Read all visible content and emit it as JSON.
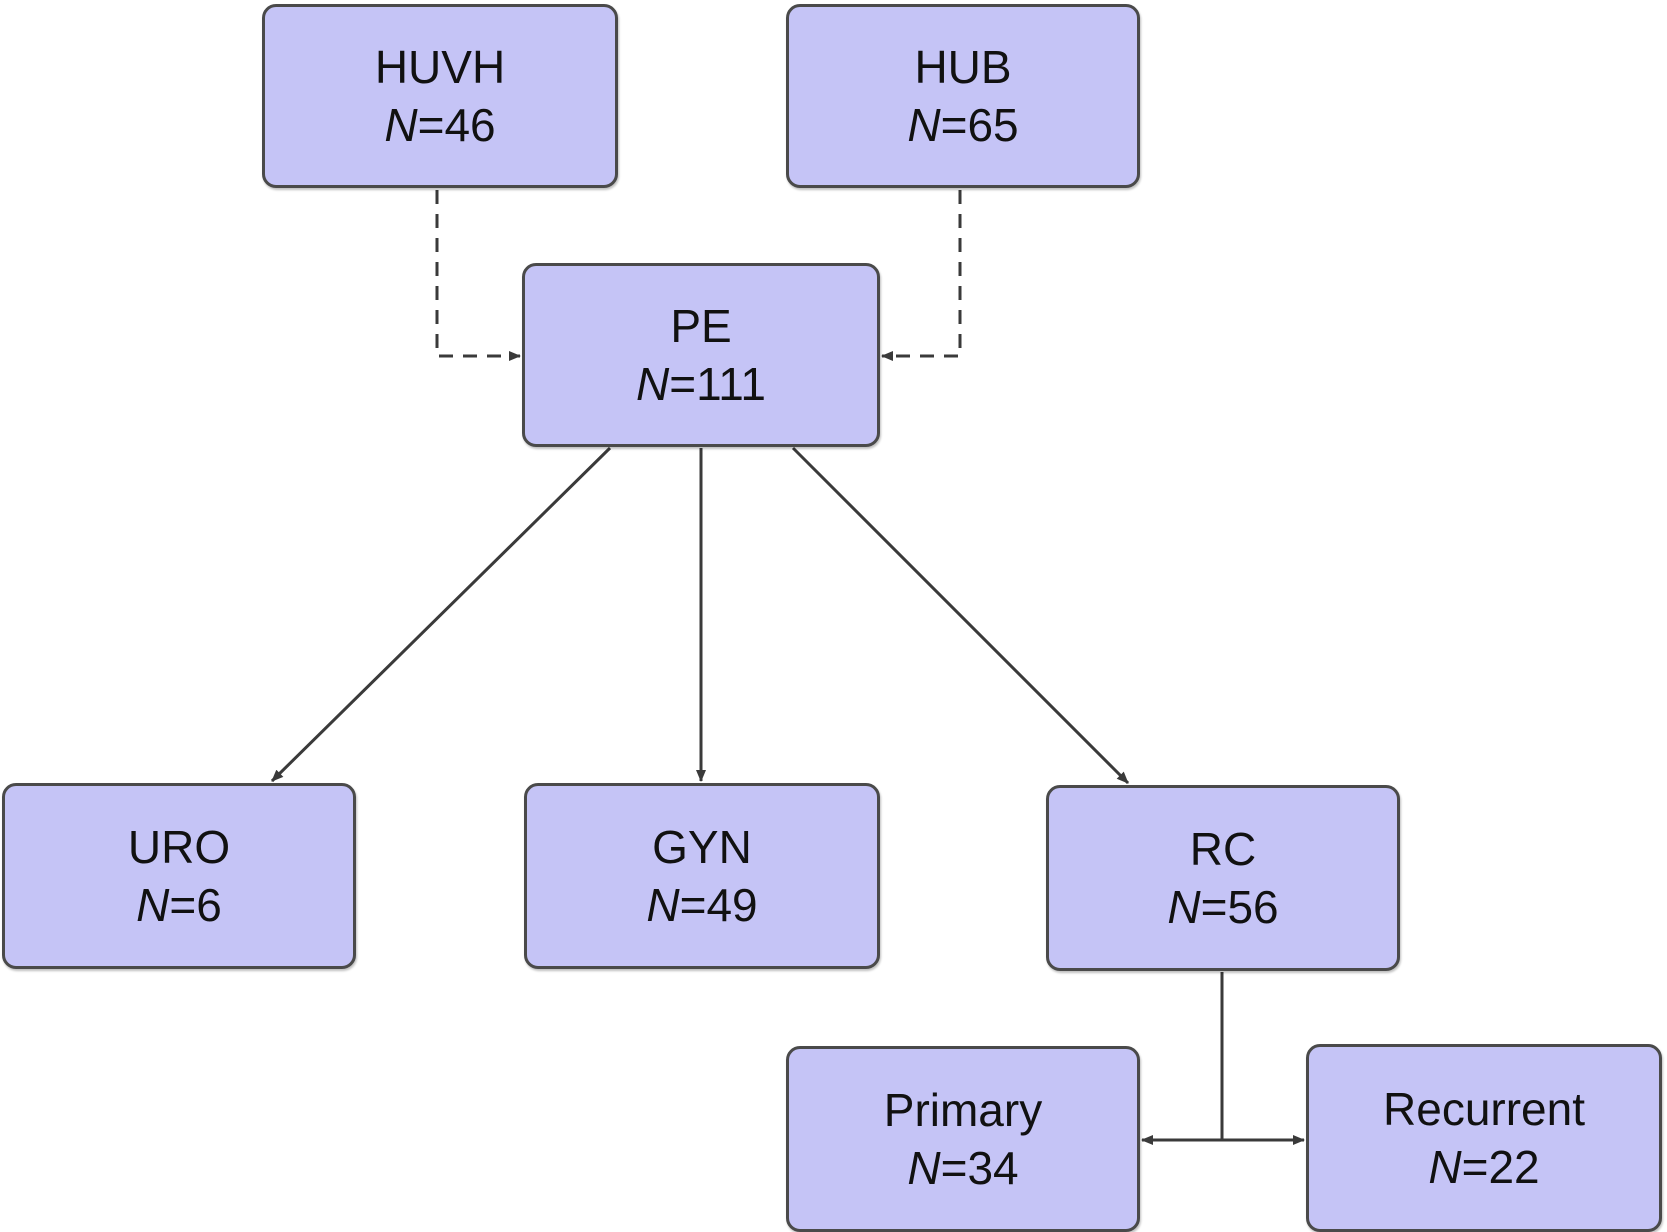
{
  "nodes": {
    "huvh": {
      "label": "HUVH",
      "n_symbol": "N",
      "n_value": "=46"
    },
    "hub": {
      "label": "HUB",
      "n_symbol": "N",
      "n_value": "=65"
    },
    "pe": {
      "label": "PE",
      "n_symbol": "N",
      "n_value": "=111"
    },
    "uro": {
      "label": "URO",
      "n_symbol": "N",
      "n_value": "=6"
    },
    "gyn": {
      "label": "GYN",
      "n_symbol": "N",
      "n_value": "=49"
    },
    "rc": {
      "label": "RC",
      "n_symbol": "N",
      "n_value": "=56"
    },
    "primary": {
      "label": "Primary",
      "n_symbol": "N",
      "n_value": "=34"
    },
    "recurrent": {
      "label": "Recurrent",
      "n_symbol": "N",
      "n_value": "=22"
    }
  },
  "edges": [
    {
      "from": "huvh",
      "to": "pe",
      "style": "dashed"
    },
    {
      "from": "hub",
      "to": "pe",
      "style": "dashed"
    },
    {
      "from": "pe",
      "to": "uro",
      "style": "solid"
    },
    {
      "from": "pe",
      "to": "gyn",
      "style": "solid"
    },
    {
      "from": "pe",
      "to": "rc",
      "style": "solid"
    },
    {
      "from": "rc",
      "to": "primary",
      "style": "solid"
    },
    {
      "from": "rc",
      "to": "recurrent",
      "style": "solid"
    }
  ],
  "colors": {
    "node_fill": "#c5c4f6",
    "node_border": "#4a4a4a",
    "line": "#3a3a3a",
    "text": "#111111"
  }
}
